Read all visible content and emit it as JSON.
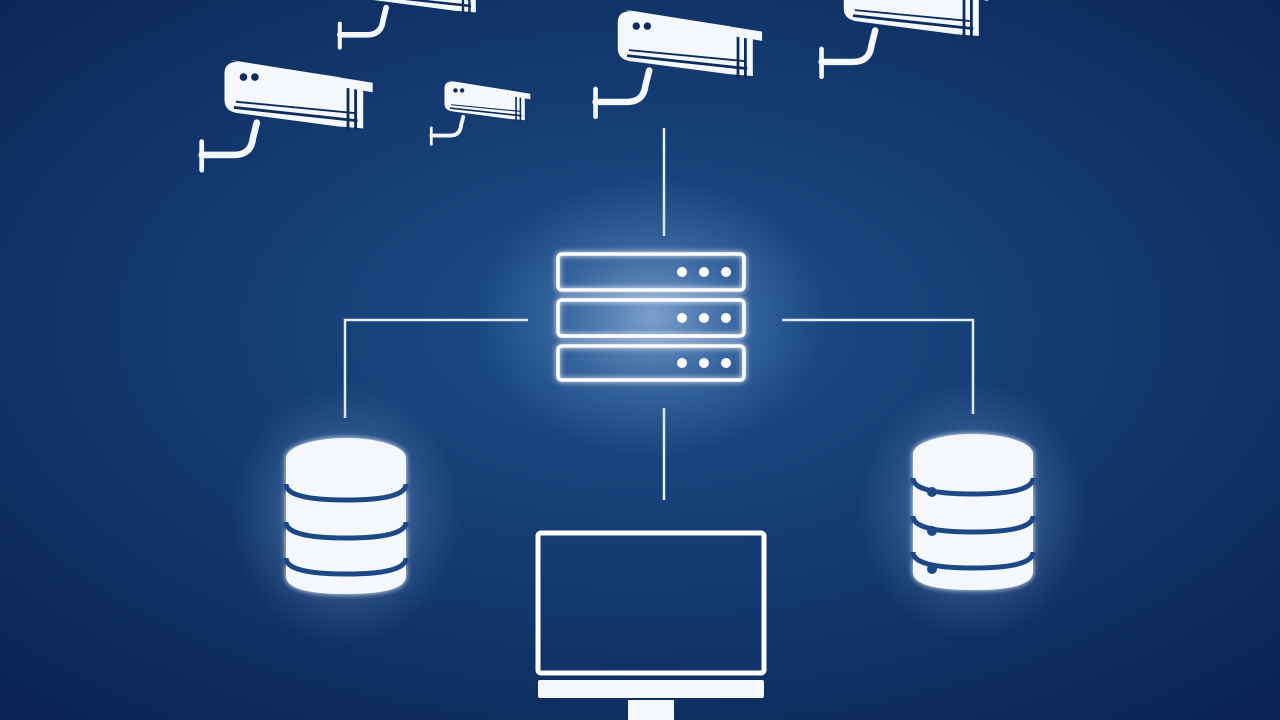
{
  "colors": {
    "background_center": "#1d4f8c",
    "background_edge": "#0a2554",
    "icon_fill": "#f4f8fd",
    "icon_stroke": "#ffffff",
    "glow": "#cfe3ff"
  },
  "diagram": {
    "nodes": [
      {
        "id": "camera-1",
        "icon": "cctv-camera-icon"
      },
      {
        "id": "camera-2",
        "icon": "cctv-camera-icon"
      },
      {
        "id": "camera-3",
        "icon": "cctv-camera-icon"
      },
      {
        "id": "camera-4",
        "icon": "cctv-camera-icon"
      },
      {
        "id": "camera-5",
        "icon": "cctv-camera-icon"
      },
      {
        "id": "camera-6",
        "icon": "cctv-camera-icon"
      },
      {
        "id": "server",
        "icon": "server-rack-icon"
      },
      {
        "id": "storage-left",
        "icon": "database-icon"
      },
      {
        "id": "storage-right",
        "icon": "database-icon"
      },
      {
        "id": "monitor",
        "icon": "monitor-icon"
      }
    ],
    "edges": [
      {
        "from": "camera-4",
        "to": "server"
      },
      {
        "from": "server",
        "to": "storage-left"
      },
      {
        "from": "server",
        "to": "storage-right"
      },
      {
        "from": "server",
        "to": "monitor"
      }
    ]
  }
}
